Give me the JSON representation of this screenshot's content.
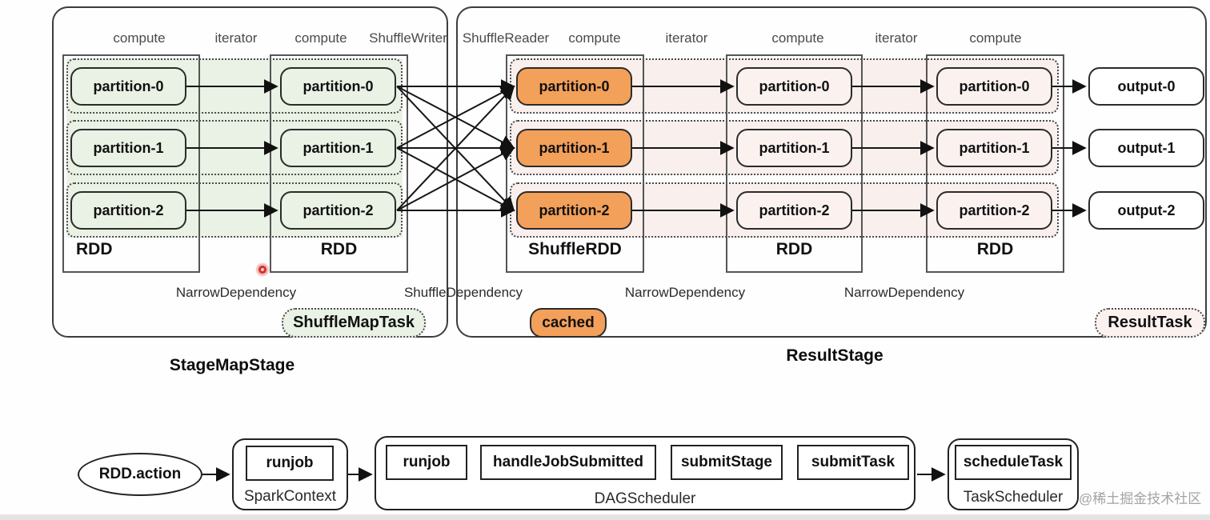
{
  "stage1": {
    "title": "StageMapStage",
    "headers": [
      "compute",
      "iterator",
      "compute",
      "ShuffleWriter"
    ],
    "rdd1": {
      "label": "RDD",
      "partitions": [
        "partition-0",
        "partition-1",
        "partition-2"
      ]
    },
    "rdd2": {
      "label": "RDD",
      "partitions": [
        "partition-0",
        "partition-1",
        "partition-2"
      ]
    },
    "narrow_dependency": "NarrowDependency",
    "task_badge": "ShuffleMapTask"
  },
  "shuffle_dependency": "ShuffleDependency",
  "stage2": {
    "title": "ResultStage",
    "headers": [
      "ShuffleReader",
      "compute",
      "iterator",
      "compute",
      "iterator",
      "compute"
    ],
    "shuffle_rdd": {
      "label": "ShuffleRDD",
      "partitions": [
        "partition-0",
        "partition-1",
        "partition-2"
      ]
    },
    "rdd2": {
      "label": "RDD",
      "partitions": [
        "partition-0",
        "partition-1",
        "partition-2"
      ]
    },
    "rdd3": {
      "label": "RDD",
      "partitions": [
        "partition-0",
        "partition-1",
        "partition-2"
      ]
    },
    "outputs": [
      "output-0",
      "output-1",
      "output-2"
    ],
    "narrow_dependency_1": "NarrowDependency",
    "narrow_dependency_2": "NarrowDependency",
    "cached_badge": "cached",
    "task_badge": "ResultTask"
  },
  "flow": {
    "action_label": "RDD.action",
    "spark_context": {
      "label": "SparkContext",
      "method": "runjob"
    },
    "dag_scheduler": {
      "label": "DAGScheduler",
      "methods": [
        "runjob",
        "handleJobSubmitted",
        "submitStage",
        "submitTask"
      ]
    },
    "task_scheduler": {
      "label": "TaskScheduler",
      "method": "scheduleTask"
    }
  },
  "watermark": "@稀土掘金技术社区",
  "colors": {
    "green_fill": "#e9f2e5",
    "orange_fill": "#f3a05a",
    "pink_partition_fill": "#fbf2f0",
    "pink_band_fill": "#f9efed"
  }
}
